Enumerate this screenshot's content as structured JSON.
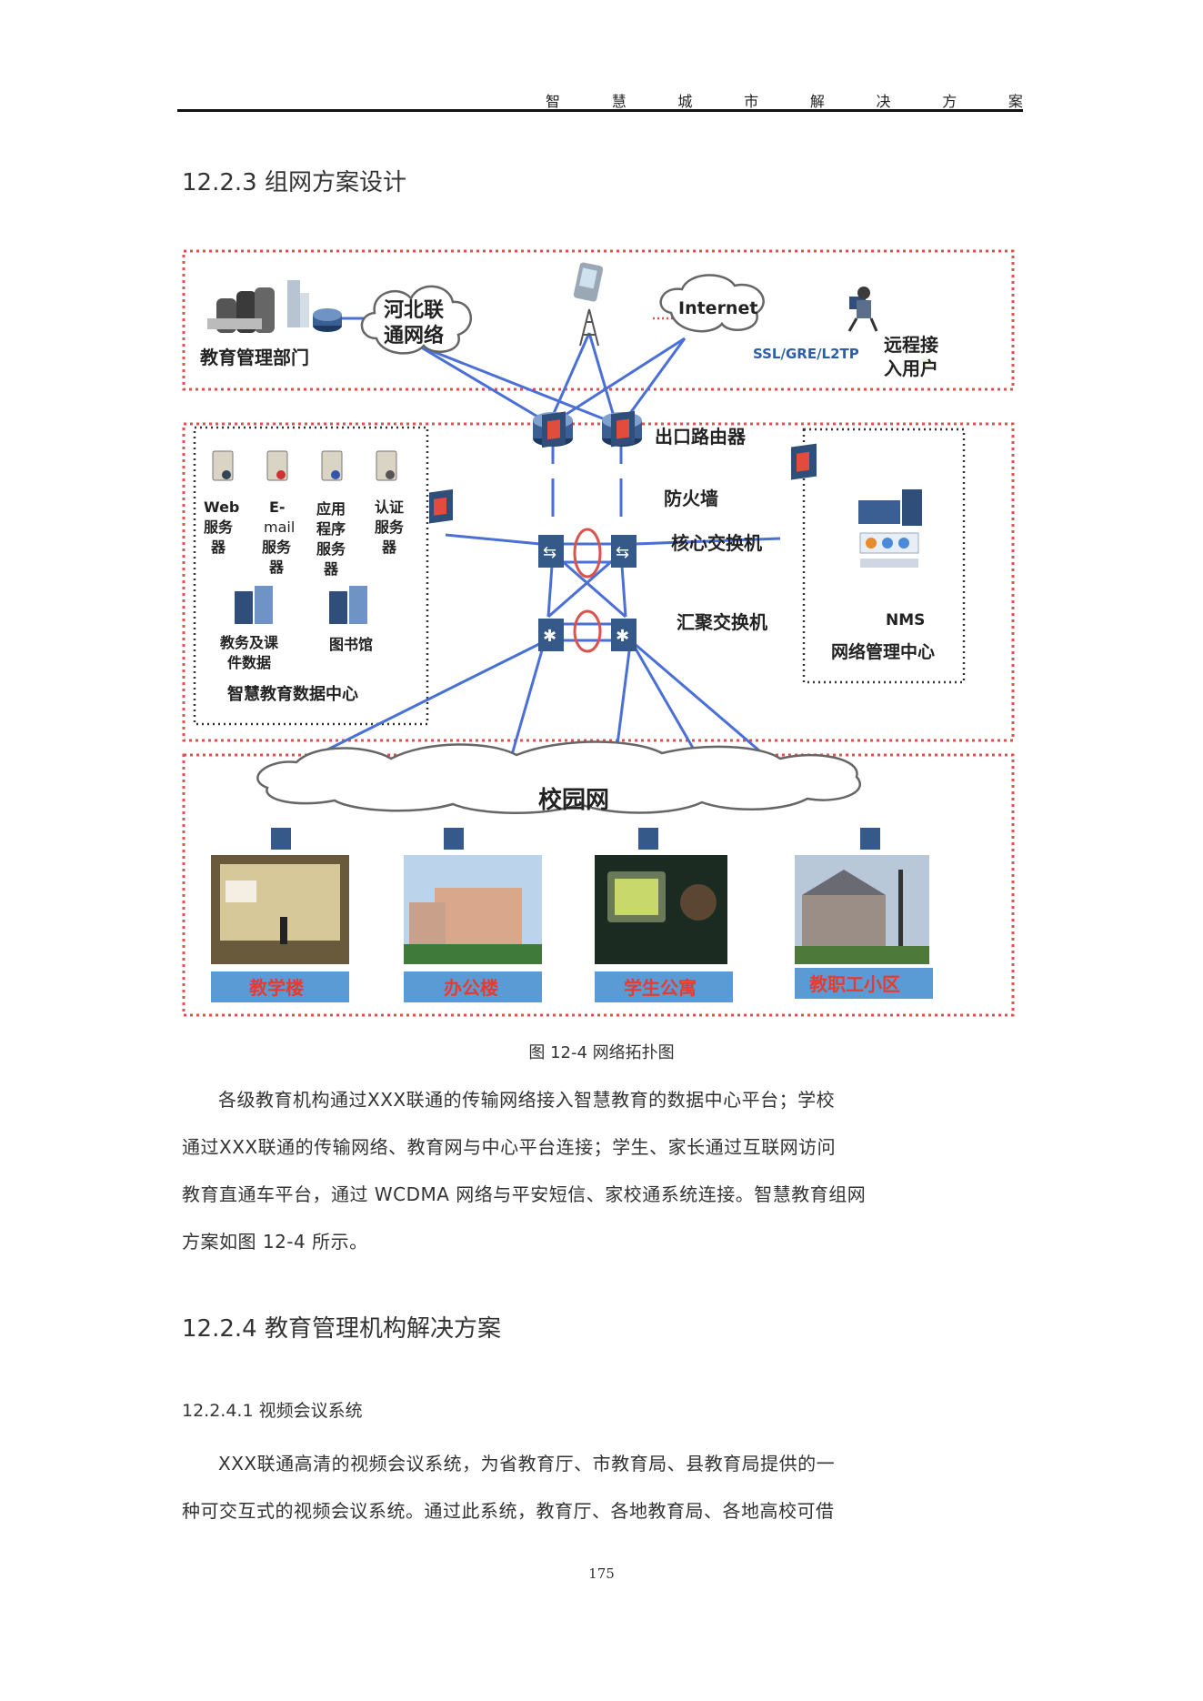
{
  "running_header": [
    "智",
    "慧",
    "城",
    "市",
    "解",
    "决",
    "方",
    "案"
  ],
  "section_heading": "12.2.3 组网方案设计",
  "figure": {
    "caption": "图 12-4 网络拓扑图",
    "zones": {
      "top": {
        "edu_dept": "教育管理部门",
        "hebei_cloud": [
          "河北联",
          "通网络"
        ],
        "internet_cloud": "Internet",
        "vpn_label": "SSL/GRE/L2TP",
        "remote_user": [
          "远程接",
          "入用户"
        ]
      },
      "middle": {
        "exit_router": "出口路由器",
        "firewall": "防火墙",
        "core_switch": "核心交换机",
        "agg_switch": "汇聚交换机",
        "servers": [
          {
            "lines": [
              "Web",
              "服务",
              "器"
            ]
          },
          {
            "lines": [
              "E-",
              "mail",
              "服务",
              "器"
            ]
          },
          {
            "lines": [
              "应用",
              "程序",
              "服务",
              "器"
            ]
          },
          {
            "lines": [
              "认证",
              "服务",
              "器"
            ]
          }
        ],
        "db_edu": [
          "教务及课",
          "件数据"
        ],
        "db_library": "图书馆",
        "datacenter": "智慧教育数据中心",
        "nms": "NMS",
        "nms_center": "网络管理中心"
      },
      "bottom": {
        "campus_net": "校园网",
        "buildings": [
          "教学楼",
          "办公楼",
          "学生公寓",
          "教职工小区"
        ]
      }
    }
  },
  "paragraph_1": {
    "lines": [
      "各级教育机构通过XXX联通的传输网络接入智慧教育的数据中心平台；学校",
      "通过XXX联通的传输网络、教育网与中心平台连接；学生、家长通过互联网访问",
      "教育直通车平台，通过 WCDMA 网络与平安短信、家校通系统连接。智慧教育组网",
      "方案如图 12-4 所示。"
    ]
  },
  "section_heading_2": "12.2.4 教育管理机构解决方案",
  "subsection_heading": "12.2.4.1 视频会议系统",
  "paragraph_2": {
    "lines": [
      "XXX联通高清的视频会议系统，为省教育厅、市教育局、县教育局提供的一",
      "种可交互式的视频会议系统。通过此系统，教育厅、各地教育局、各地高校可借"
    ]
  },
  "page_number": "175",
  "colors": {
    "zone_border": "#d9534f",
    "link": "#4a6fd6",
    "label_bar": "#5b9bd5",
    "label_text": "#e63b2e"
  }
}
